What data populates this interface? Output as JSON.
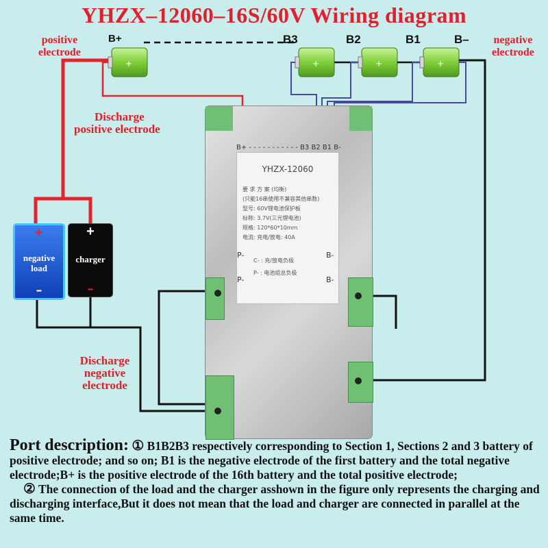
{
  "title": "YHZX–12060–16S/60V  Wiring diagram",
  "labels": {
    "positive_electrode": [
      "positive",
      "electrode"
    ],
    "negative_electrode": [
      "negative",
      "electrode"
    ],
    "bplus": "B+",
    "b3": "B3",
    "b2": "B2",
    "b1": "B1",
    "bminus": "B–",
    "discharge_positive": [
      "Discharge",
      "positive electrode"
    ],
    "discharge_negative": [
      "Discharge",
      "negative",
      "electrode"
    ]
  },
  "devices": {
    "load": {
      "label_line1": "negative",
      "label_line2": "load",
      "plus": "+",
      "minus": "–"
    },
    "charger": {
      "label": "charger",
      "plus": "+",
      "minus": "–"
    }
  },
  "board": {
    "header_text": "B+ - - - - - - - - - - - B3 B2 B1 B-",
    "model": "YHZX-12060",
    "lines": [
      "要 求 方 案 (均衡)",
      "(只能16串使用不兼容其他串数)",
      "型号: 60V锂电池保护板",
      "标称: 3.7V(三元锂电池)",
      "规格: 120*60*10mm",
      "电流: 充电/放电: 40A"
    ],
    "c_line": "C- : 充/放电负极",
    "p_line": "P- : 电池组总负极",
    "pminus_top": "P-",
    "pminus_bottom": "P-",
    "bminus_top": "B-",
    "bminus_bottom": "B-"
  },
  "description": {
    "heading": "Port description:",
    "marker1": "①",
    "para1": " B1B2B3 respectively corresponding to Section 1, Sections 2 and 3 battery of positive electrode; and so on; B1 is the negative electrode of the first battery and the total negative electrode;B+ is the positive electrode of the 16th battery and the total positive electrode;",
    "marker2": "②",
    "para2": " The connection of the load and the charger asshown in the figure only represents the charging and discharging interface,But it does not mean  that the load and charger are connected in parallel at the same time."
  },
  "colors": {
    "title_red": "#e0202c",
    "wire_red": "#e3242b",
    "wire_black": "#111111",
    "wire_blue": "#4a4a9c",
    "battery_green": "#7fcf3a",
    "background": "#c9ecec",
    "load_blue": "#1a56d8",
    "charger_black": "#0b0b0b"
  }
}
